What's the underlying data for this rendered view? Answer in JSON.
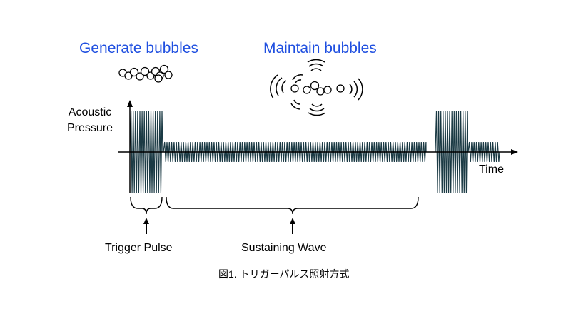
{
  "colors": {
    "heading": "#1f4fe0",
    "wave": "#1b3a44",
    "ink": "#000000"
  },
  "headings": {
    "generate": "Generate bubbles",
    "maintain": "Maintain bubbles"
  },
  "axes": {
    "y_label_line1": "Acoustic",
    "y_label_line2": "Pressure",
    "x_label": "Time"
  },
  "annotations": {
    "trigger_pulse": "Trigger Pulse",
    "sustaining_wave": "Sustaining Wave"
  },
  "caption": "図1. トリガーパルス照射方式",
  "icons": [
    "bubble-cluster-icon",
    "vibrating-bubbles-icon",
    "sound-wave-icon",
    "up-arrow-icon",
    "brace-icon"
  ]
}
